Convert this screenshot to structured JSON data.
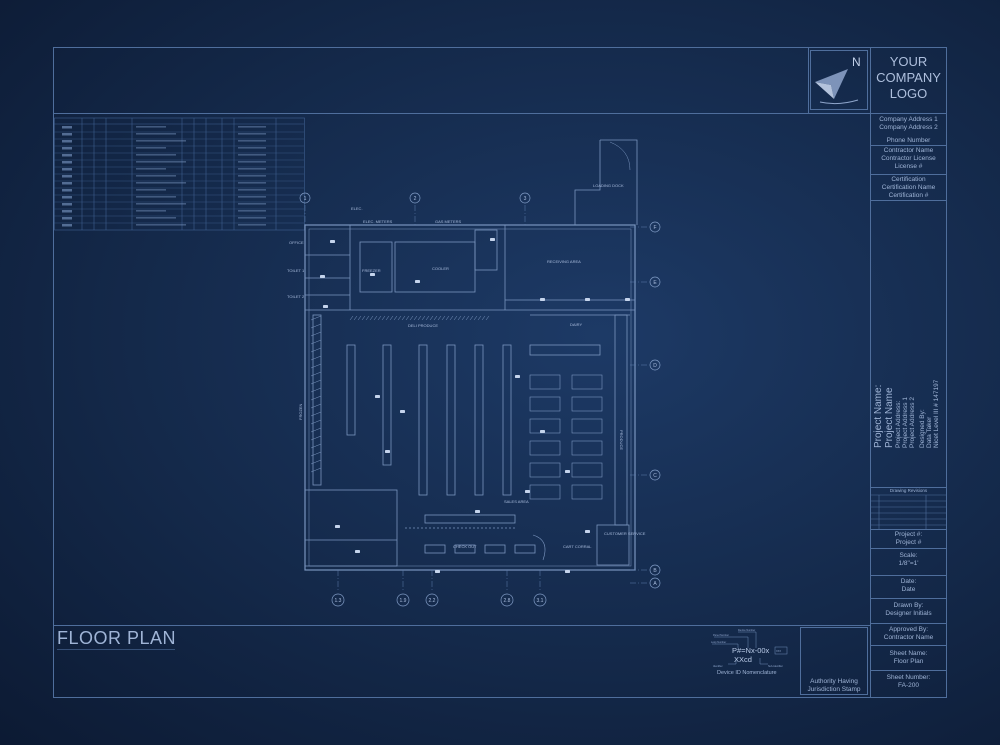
{
  "north_arrow": {
    "label": "N"
  },
  "logo": {
    "line1": "YOUR",
    "line2": "COMPANY",
    "line3": "LOGO"
  },
  "company": {
    "address1": "Company Address 1",
    "address2": "Company Address 2",
    "phone": "Phone Number"
  },
  "contractor": {
    "name": "Contractor Name",
    "license": "Contractor License",
    "license_num": "License #"
  },
  "certification": {
    "title": "Certification",
    "name": "Certification Name",
    "number": "Certification #"
  },
  "project_rotated": {
    "name_label": "Project Name:",
    "name": "Project Name",
    "address_label": "Project Address:",
    "address1": "Project Address 1",
    "address2": "Project Address 2",
    "designed_by": "Designed By:",
    "designer": "Data Taker",
    "nicet": "Nicet Level III # 147197"
  },
  "revisions": {
    "title": "Drawing Revisions"
  },
  "title_block": {
    "project_label": "Project #:",
    "project_value": "Project #",
    "scale_label": "Scale:",
    "scale_value": "1/8\"=1'",
    "date_label": "Date:",
    "date_value": "Date",
    "drawn_label": "Drawn By:",
    "drawn_value": "Designer Initials",
    "approved_label": "Approved By:",
    "approved_value": "Contractor Name",
    "sheet_name_label": "Sheet Name:",
    "sheet_name_value": "Floor Plan",
    "sheet_number_label": "Sheet Number:",
    "sheet_number_value": "FA-200"
  },
  "sheet_title": "FLOOR PLAN",
  "device_nomenclature": {
    "code1": "P#=Nx-00x",
    "code2": "XXcd",
    "caption": "Device ID Nomenclature"
  },
  "stamp": {
    "line1": "Authority Having",
    "line2": "Jurisdiction Stamp"
  },
  "grid": {
    "columns": [
      "1",
      "2",
      "3"
    ],
    "bottom": [
      "1.3",
      "1.9",
      "2.2",
      "2.8",
      "3.1"
    ],
    "rows": [
      "F",
      "E",
      "D",
      "C",
      "B",
      "A"
    ]
  },
  "plan_labels": {
    "elec": "ELEC.",
    "elec_meters": "ELEC. METERS",
    "gas_meters": "GAS METERS",
    "loading_dock": "LOADING DOCK",
    "office": "OFFICE",
    "toilet1": "TOILET 1",
    "toilet2": "TOILET 2",
    "freezer": "FREEZER",
    "cooler": "COOLER",
    "receiving": "RECEIVING AREA",
    "dairy": "DAIRY",
    "produce": "PRODUCE",
    "checkout": "CHECK OUT",
    "sales": "SALES AREA",
    "customer_service": "CUSTOMER SERVICE",
    "cart_corral": "CART CORRAL",
    "deli": "DELI PRODUCE",
    "frozen": "FROZEN"
  }
}
